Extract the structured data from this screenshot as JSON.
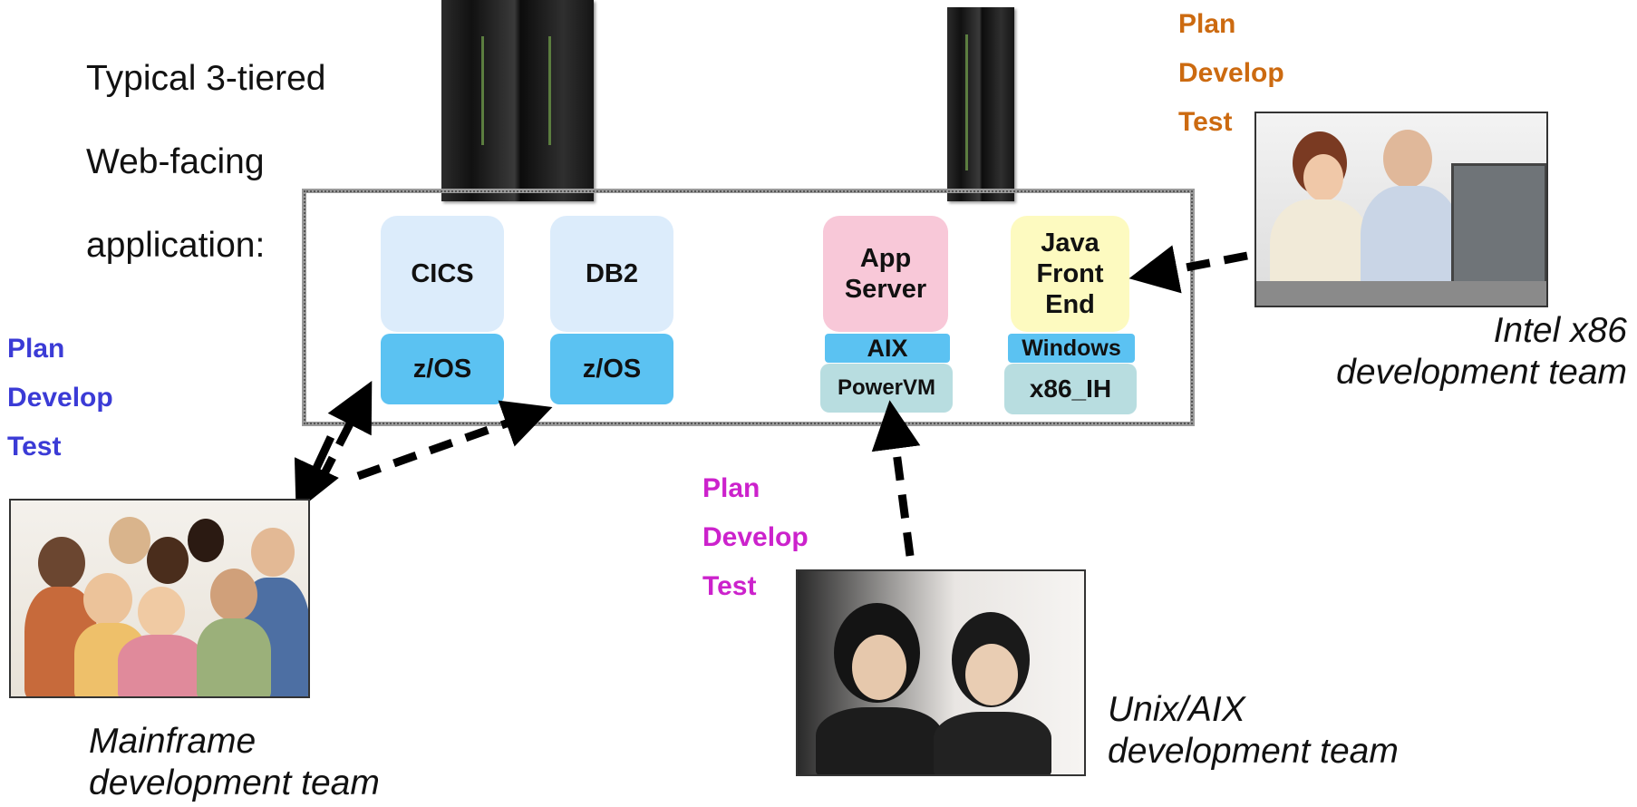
{
  "title": {
    "line1": "Typical 3-tiered",
    "line2": "Web-facing",
    "line3": "application:"
  },
  "tiers": {
    "cics": {
      "app": "CICS",
      "os": "z/OS"
    },
    "db2": {
      "app": "DB2",
      "os": "z/OS"
    },
    "appserver": {
      "app": "App\nServer",
      "os": "AIX",
      "hypervisor": "PowerVM"
    },
    "javafrontend": {
      "app": "Java\nFront\nEnd",
      "os": "Windows",
      "hypervisor": "x86_IH"
    }
  },
  "mainframe_team": {
    "plan": "Plan",
    "develop": "Develop",
    "test": "Test",
    "label": "Mainframe\ndevelopment team",
    "color": "#3b3bd6"
  },
  "unix_team": {
    "plan": "Plan",
    "develop": "Develop",
    "test": "Test",
    "label": "Unix/AIX\ndevelopment team",
    "color": "#cc22cc"
  },
  "intel_team": {
    "plan": "Plan",
    "develop": "Develop",
    "test": "Test",
    "label": "Intel x86\ndevelopment team",
    "color": "#cc6a10"
  },
  "colors": {
    "zos_box": "#5bc2f2",
    "cics_db2_box": "#dcecfb",
    "appserver_box": "#f8c8d8",
    "java_box": "#fdfac0",
    "hypervisor_box": "#b8dde0",
    "os_strip": "#5bc2f2"
  }
}
